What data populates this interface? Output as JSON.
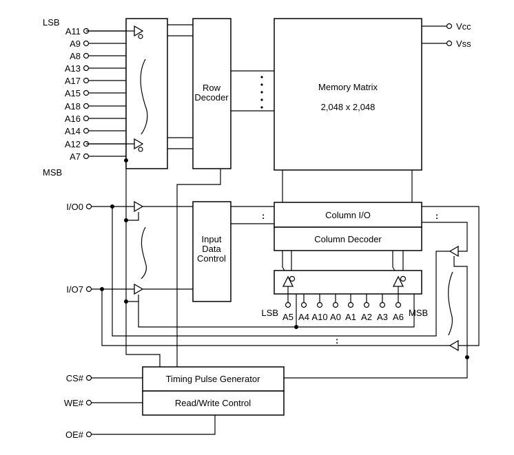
{
  "labels": {
    "lsb": "LSB",
    "msb": "MSB",
    "vcc": "Vcc",
    "vss": "Vss",
    "row_decoder": [
      "Row",
      "Decoder"
    ],
    "memory_matrix": "Memory Matrix",
    "matrix_size": "2,048 x 2,048",
    "column_io": "Column I/O",
    "column_decoder": "Column Decoder",
    "input_data_control": [
      "Input",
      "Data",
      "Control"
    ],
    "timing_pulse_generator": "Timing Pulse Generator",
    "read_write_control": "Read/Write Control",
    "io0": "I/O0",
    "io7": "I/O7",
    "cs": "CS#",
    "we": "WE#",
    "oe": "OE#",
    "col_lsb": "LSB",
    "col_msb": "MSB",
    "ellipsis": ":"
  },
  "row_address_pins": [
    "A11",
    "A9",
    "A8",
    "A13",
    "A17",
    "A15",
    "A18",
    "A16",
    "A14",
    "A12",
    "A7"
  ],
  "column_address_pins": [
    "A5",
    "A4",
    "A10",
    "A0",
    "A1",
    "A2",
    "A3",
    "A6"
  ]
}
